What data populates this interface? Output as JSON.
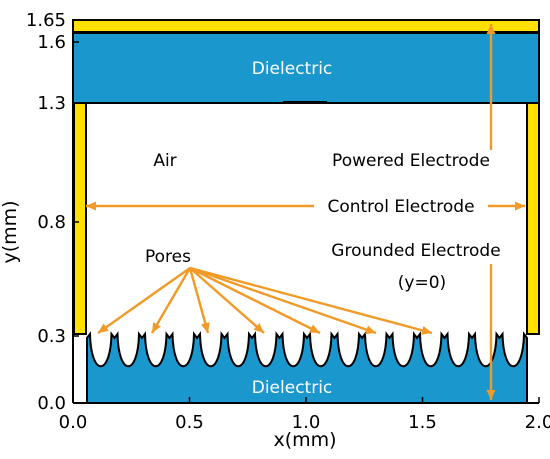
{
  "labels": {
    "dielectric_top": "Dielectric",
    "dielectric_bottom": "Dielectric",
    "air": "Air",
    "powered_electrode": "Powered Electrode",
    "control_electrode": "Control Electrode",
    "grounded_electrode": "Grounded Electrode",
    "grounded_note": "(y=0)",
    "pores": "Pores"
  },
  "axes": {
    "xlabel": "x(mm)",
    "ylabel": "y(mm)",
    "x_ticks": [
      "0.0",
      "0.5",
      "1.0",
      "1.5",
      "2.0"
    ],
    "y_ticks": [
      "0.0",
      "0.3",
      "0.8",
      "1.3",
      "1.6",
      "1.65"
    ],
    "xlim": [
      0.0,
      2.0
    ],
    "ylim": [
      0.0,
      1.65
    ]
  },
  "structure": {
    "domain_width_mm": 2.0,
    "top_dielectric_range_mm": [
      1.3,
      1.6
    ],
    "powered_electrode_range_mm": [
      1.6,
      1.65
    ],
    "bottom_dielectric_top_mm": 0.3,
    "pore_count": 16
  },
  "colors": {
    "dielectric": "#1a97cc",
    "electrode": "#ffe000",
    "annotation": "#f09a28",
    "outline": "#000000"
  }
}
